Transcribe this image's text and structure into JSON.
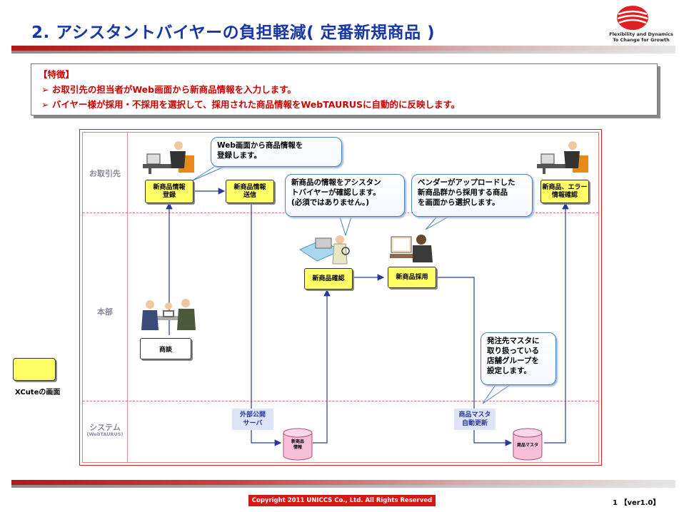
{
  "header": {
    "title": "2. アシスタントバイヤーの負担軽減( 定番新規商品 )",
    "tagline_1": "Flexibility and Dynamics",
    "tagline_2": "To Change for Growth"
  },
  "features": {
    "heading": "【特徴】",
    "items": [
      "➢  お取引先の担当者がWeb画面から新商品情報を入力します。",
      "➢  バイヤー様が採用・不採用を選択して、採用された商品情報をWebTAURUSに自動的に反映します。"
    ]
  },
  "lanes": {
    "supplier": "お取引先",
    "hq": "本部",
    "system": "システム",
    "system_sub": "(WebTAURUS)"
  },
  "boxes": {
    "register": "新商品情報\n登録",
    "send": "新商品情報\n送信",
    "confirm": "新商品確認",
    "adopt": "新商品採用",
    "error_check": "新商品、エラー\n情報確認",
    "meeting": "商談",
    "public_server": "外部公開\nサーバ",
    "auto_update": "商品マスタ\n自動更新"
  },
  "databases": {
    "new_product": "新商品\n情報",
    "product_master": "商品マスタ"
  },
  "bubbles": {
    "web_entry": "Web画面から商品情報を\n登録します。",
    "assistant": "新商品の情報をアシスタン\nトバイヤーが確認します。\n(必須ではありません。)",
    "vendor": "ベンダーがアップロードした\n新商品群から採用する商品\nを画面から選択します。",
    "store_group": "発注先マスタに\n取り扱っている\n店舗グループを\n設定します。"
  },
  "legend": {
    "label": "XCuteの画面"
  },
  "footer": {
    "copyright": "Copyright 2011 UNICCS Co., Ltd. All Rights Reserved",
    "page": "1 【ver1.0】"
  },
  "colors": {
    "title": "#1736a8",
    "accent_red": "#cc0000",
    "screen_yellow": "#ffff66",
    "bubble_border": "#4a7fc0"
  }
}
